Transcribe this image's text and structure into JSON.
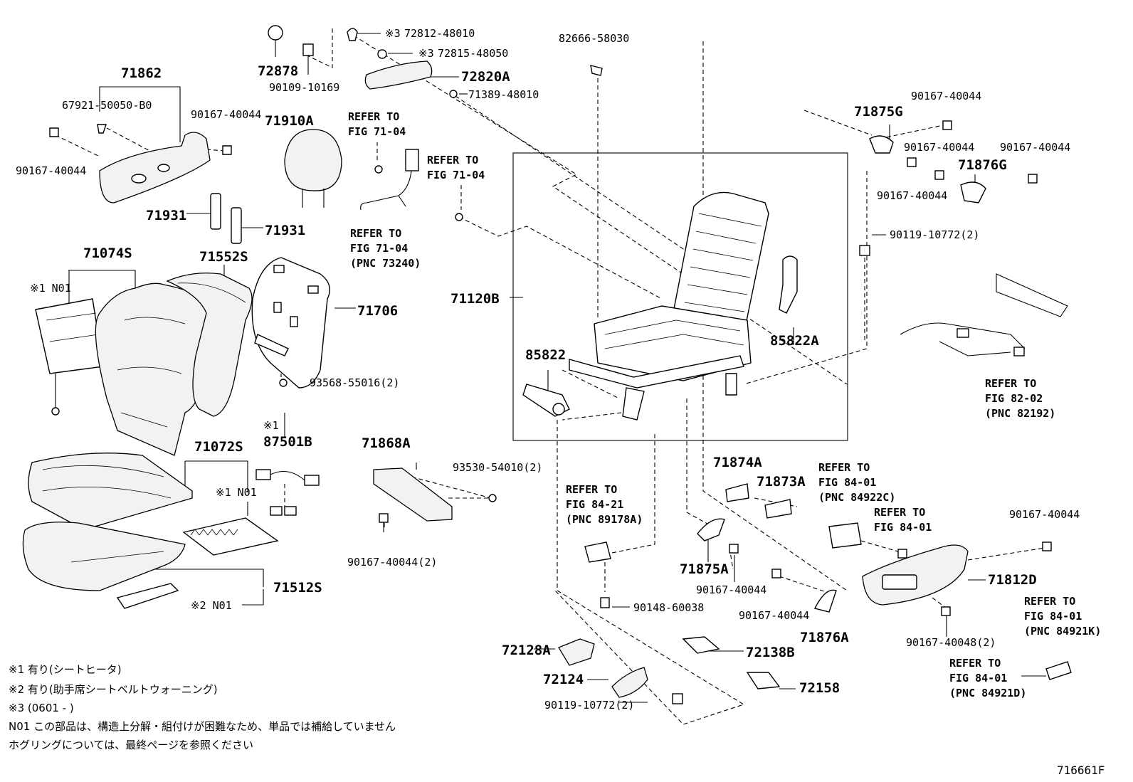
{
  "diagram": {
    "figure_code": "716661F",
    "part_labels": {
      "p71862": "71862",
      "p67921": "67921-50050-B0",
      "p90167_a": "90167-40044",
      "p90167_b": "90167-40044",
      "p71910A": "71910A",
      "p71931_a": "71931",
      "p71931_b": "71931",
      "p72878": "72878",
      "p90109": "90109-10169",
      "p72812": "72812-48010",
      "p72815": "72815-48050",
      "p72820A": "72820A",
      "p71389": "71389-48010",
      "p82666": "82666-58030",
      "p71074S": "71074S",
      "p71552S": "71552S",
      "p71706": "71706",
      "p93568": "93568-55016(2)",
      "p71120B": "71120B",
      "p85822": "85822",
      "p85822A": "85822A",
      "p71875G": "71875G",
      "p90167_c": "90167-40044",
      "p90167_d": "90167-40044",
      "p90167_e": "90167-40044",
      "p71876G": "71876G",
      "p90167_f": "90167-40044",
      "p90119_a": "90119-10772(2)",
      "p71072S": "71072S",
      "p87501B": "87501B",
      "p71868A": "71868A",
      "p93530": "93530-54010(2)",
      "p90167_g": "90167-40044(2)",
      "p71512S": "71512S",
      "p71874A": "71874A",
      "p71873A": "71873A",
      "p71875A": "71875A",
      "p90167_h": "90167-40044",
      "p90167_i": "90167-40044",
      "p71876A": "71876A",
      "p90148": "90148-60038",
      "p90167_j": "90167-40044",
      "p71812D": "71812D",
      "p90167_k": "90167-40048(2)",
      "p72128A": "72128A",
      "p72138B": "72138B",
      "p72124": "72124",
      "p72158": "72158",
      "p90119_b": "90119-10772(2)"
    },
    "marker_labels": {
      "n01_a": "※1 N01",
      "n01_b": "※1 N01",
      "n01_c": "※2 N01",
      "m1_87501B": "※1",
      "m3_72812": "※3",
      "m3_72815": "※3"
    },
    "references": {
      "r1": "REFER TO\nFIG 71-04",
      "r2": "REFER TO\nFIG 71-04",
      "r3": "REFER TO\nFIG 71-04\n(PNC 73240)",
      "r4": "REFER TO\nFIG 82-02\n(PNC 82192)",
      "r5": "REFER TO\nFIG 84-01\n(PNC 84922C)",
      "r6": "REFER TO\nFIG 84-01",
      "r7": "REFER TO\nFIG 84-21\n(PNC 89178A)",
      "r8": "REFER TO\nFIG 84-01\n(PNC 84921K)",
      "r9": "REFER TO\nFIG 84-01\n(PNC 84921D)"
    },
    "notes": [
      "※1 有り(シートヒータ)",
      "※2 有り(助手席シートベルトウォーニング)",
      "※3 (0601 -        )",
      "N01 この部品は、構造上分解・組付けが困難なため、単品では補給していません",
      "ホグリングについては、最終ページを参照ください"
    ]
  }
}
